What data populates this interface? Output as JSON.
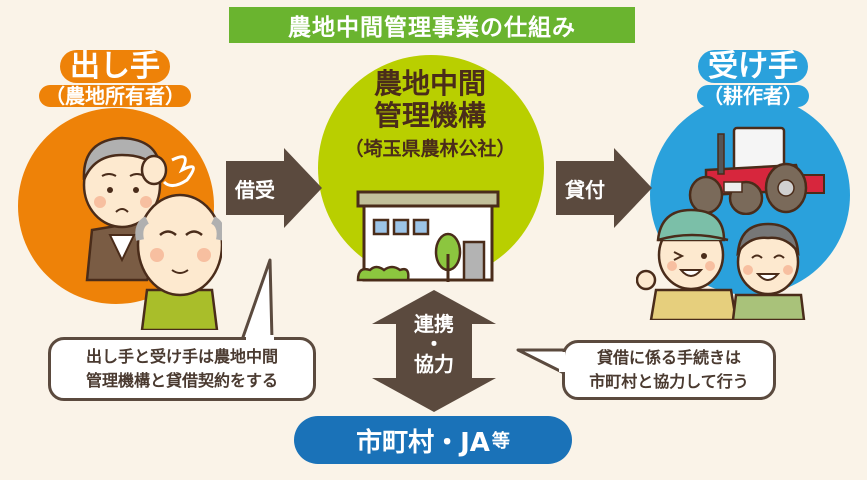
{
  "title": "農地中間管理事業の仕組み",
  "giver": {
    "label": "出し手",
    "sublabel": "（農地所有者）",
    "color": "#ee8208"
  },
  "organization": {
    "line1": "農地中間",
    "line2": "管理機構",
    "sublabel": "（埼玉県農林公社）",
    "color": "#b9cf00"
  },
  "taker": {
    "label": "受け手",
    "sublabel": "（耕作者）",
    "color": "#2aa1dc"
  },
  "arrows": {
    "lend": "借受",
    "rent": "貸付",
    "cooperation_line1": "連携",
    "cooperation_dot": "・",
    "cooperation_line2": "協力",
    "color": "#5b4a3e"
  },
  "bubbles": {
    "left_line1": "出し手と受け手は農地中間",
    "left_line2": "管理機構と貸借契約をする",
    "right_line1": "貸借に係る手続きは",
    "right_line2": "市町村と協力して行う"
  },
  "municipal": {
    "label": "市町村・JA",
    "suffix": "等",
    "color": "#1a72b8"
  },
  "illustrations": {
    "giver": "elderly-farmers-illustration",
    "organization": "office-building-illustration",
    "taker": "tractor-and-young-farmers-illustration"
  }
}
